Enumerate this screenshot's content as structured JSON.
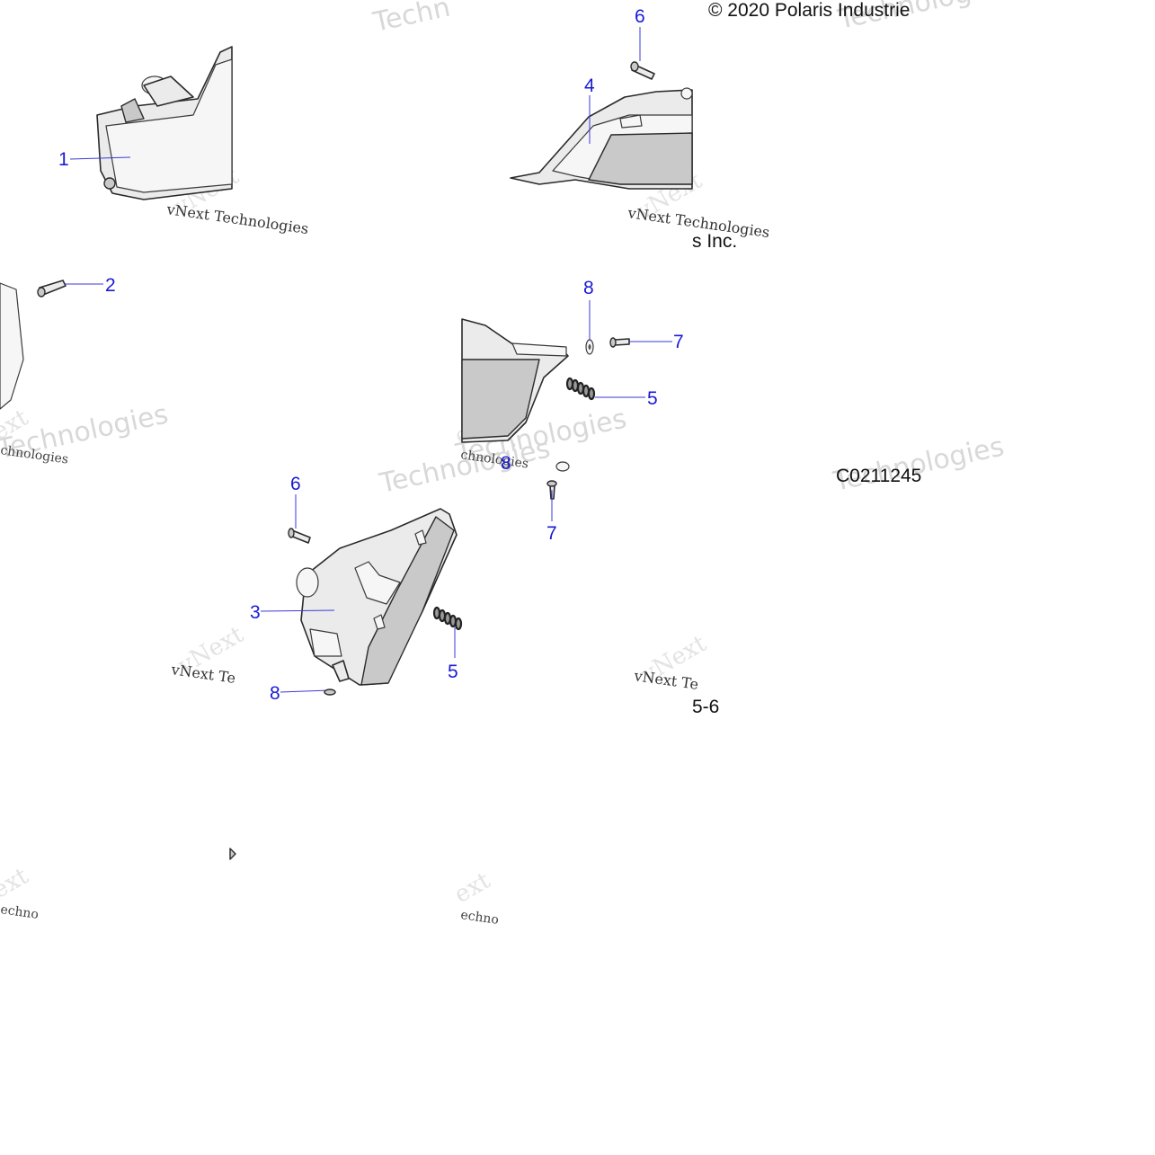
{
  "diagram": {
    "copyright": "© 2020 Polaris Industrie",
    "copyright_fragment": "s Inc.",
    "drawing_id": "C0211245",
    "page_fragment": "5-6",
    "callouts": {
      "c1": "1",
      "c2": "2",
      "c3": "3",
      "c4": "4",
      "c5a": "5",
      "c5b": "5",
      "c6a": "6",
      "c6b": "6",
      "c7a": "7",
      "c7b": "7",
      "c8a": "8",
      "c8b": "8",
      "c8c": "8"
    },
    "watermarks": {
      "tech": "Technologies",
      "tech_short": "Techn",
      "vnext": "vNext Technologies",
      "vnext_big": "vNext",
      "vnext_tec": "vNext Te",
      "ext": "ext",
      "chnologies": "chnologies",
      "echno": "echno"
    },
    "colors": {
      "callout": "#1a1ad6",
      "leader": "#3a3ad8",
      "part_fill": "#ebebeb",
      "part_stroke": "#2a2a2a"
    }
  }
}
